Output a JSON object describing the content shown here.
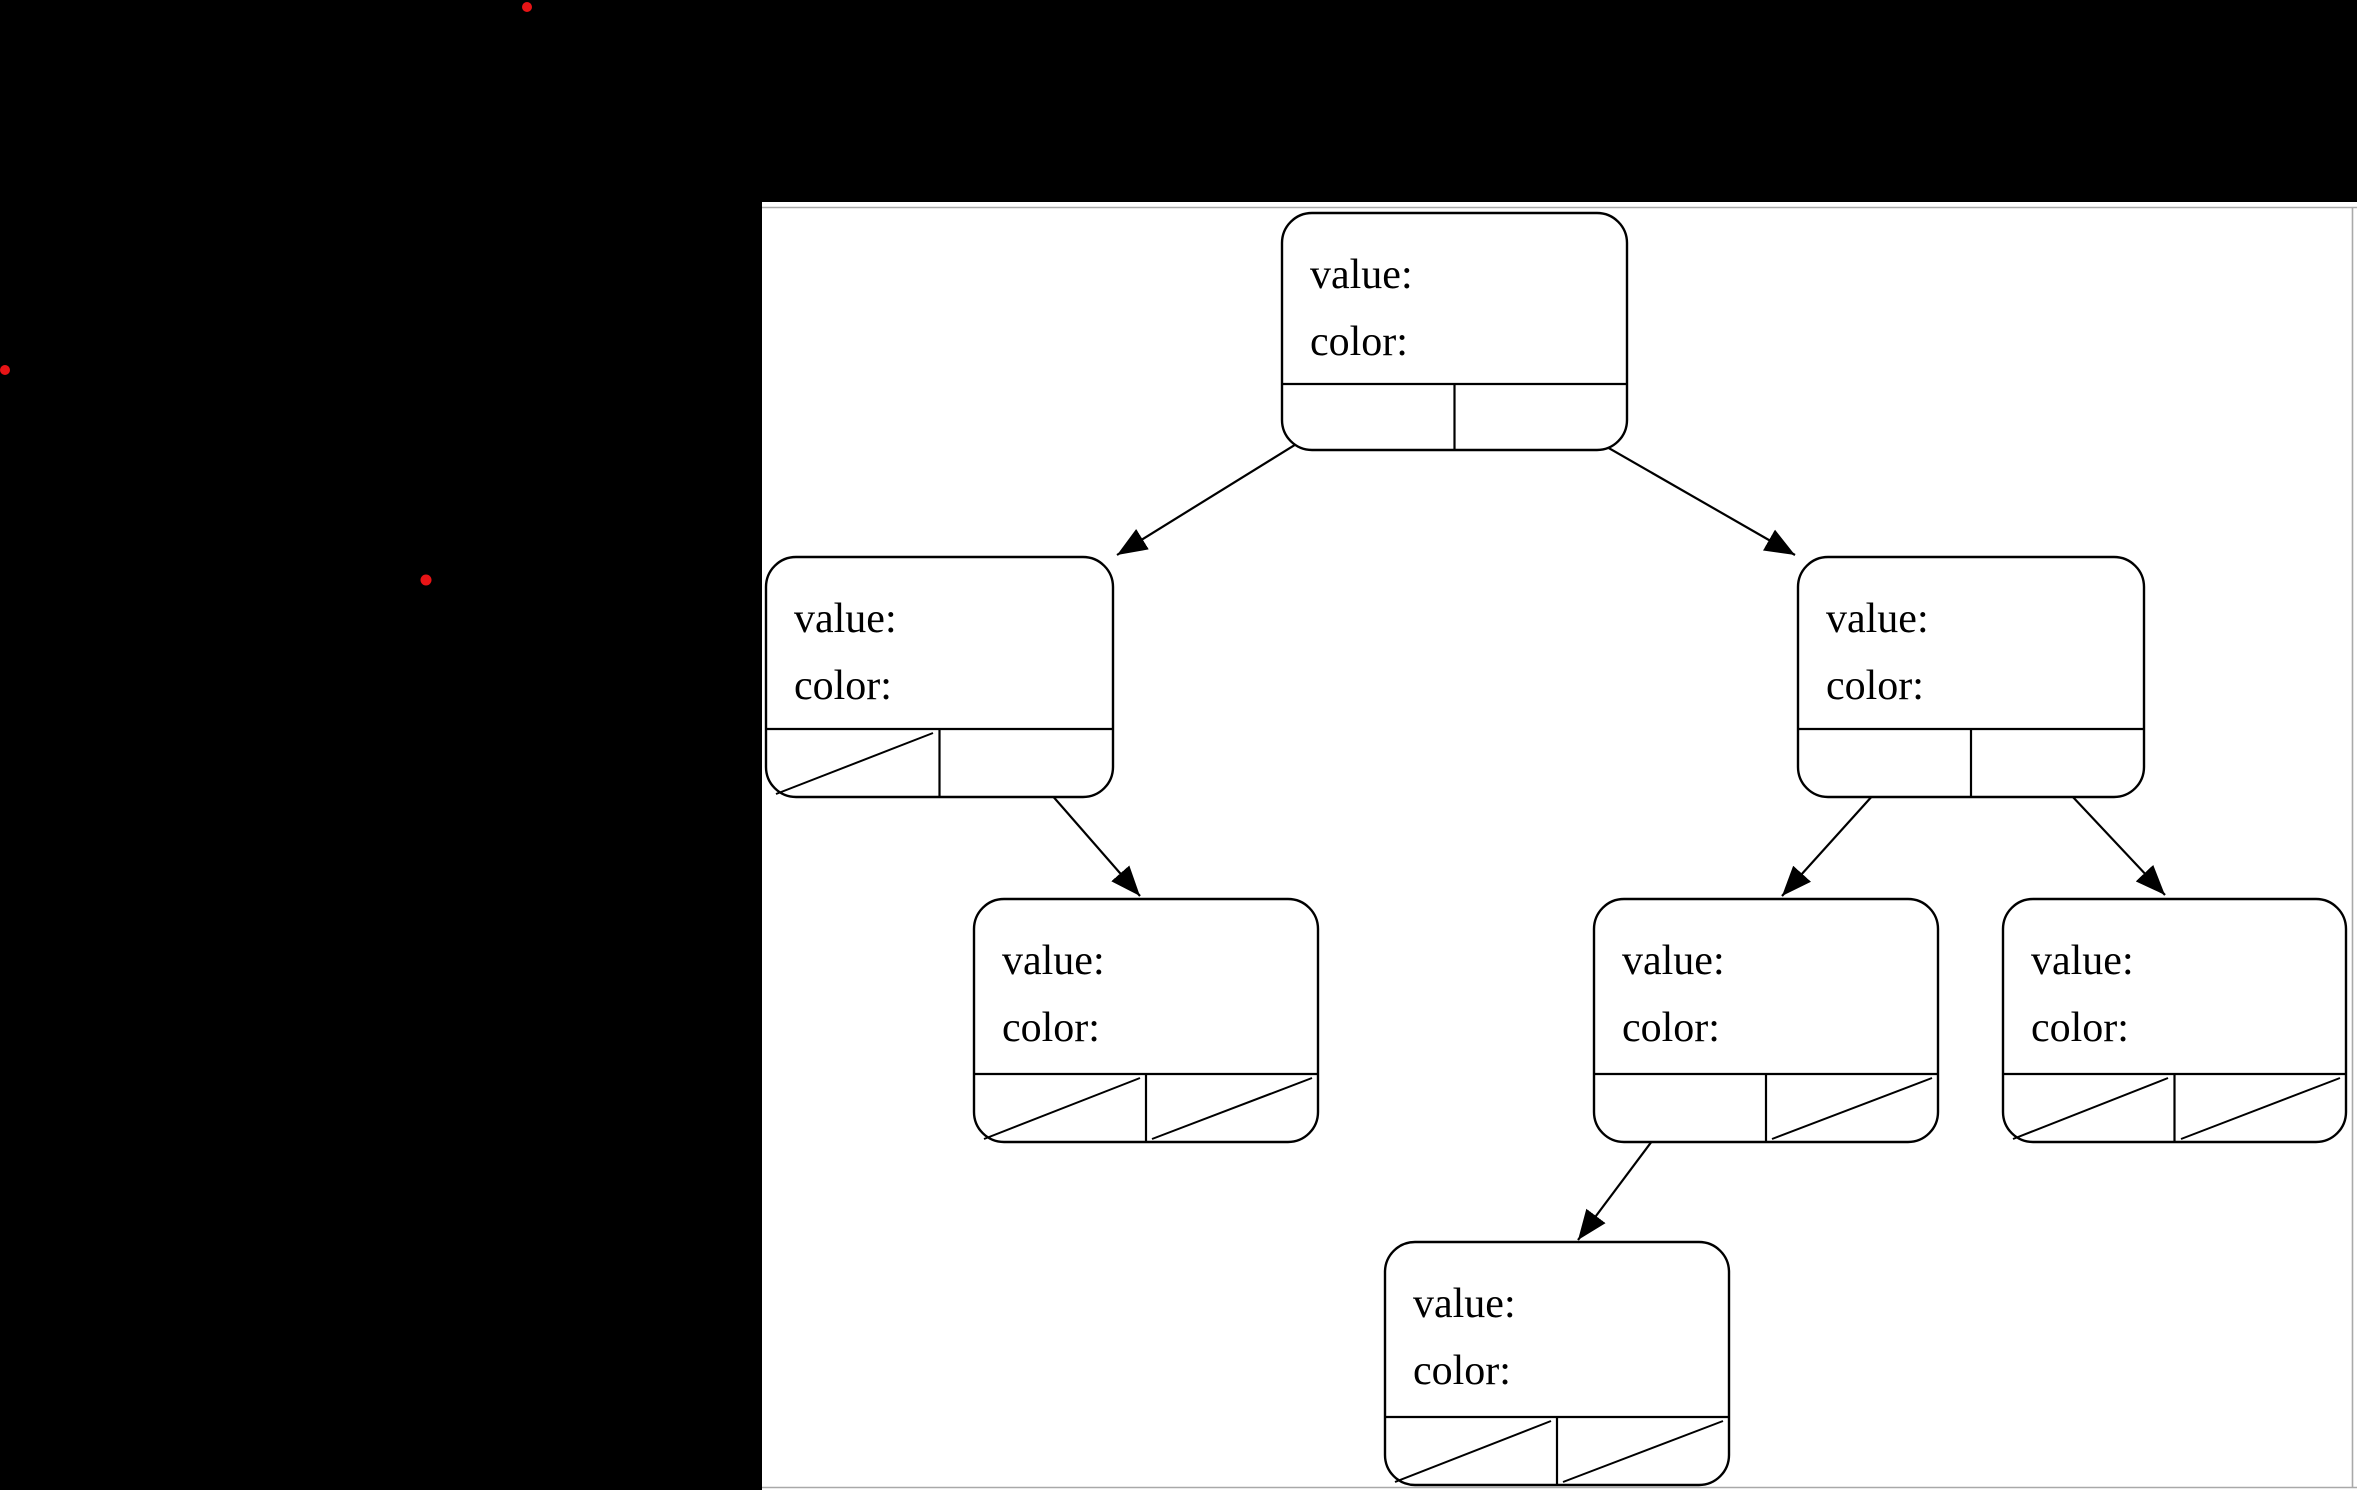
{
  "scene": {
    "background_color": "#000000",
    "window": {
      "background_color": "#ffffff",
      "border_color": "#a9a9a9"
    },
    "red_dots": {
      "color": "#e81416",
      "count": 3
    }
  },
  "tree": {
    "figure_type": "binary-tree-node-diagram",
    "nodes": [
      {
        "id": "root",
        "value_label": "value:",
        "color_label": "color:",
        "left_pointer": "child",
        "right_pointer": "child"
      },
      {
        "id": "left-child",
        "value_label": "value:",
        "color_label": "color:",
        "left_pointer": "null",
        "right_pointer": "child"
      },
      {
        "id": "right-child",
        "value_label": "value:",
        "color_label": "color:",
        "left_pointer": "child",
        "right_pointer": "child"
      },
      {
        "id": "left-right-grandchild",
        "value_label": "value:",
        "color_label": "color:",
        "left_pointer": "null",
        "right_pointer": "null"
      },
      {
        "id": "right-left-grandchild",
        "value_label": "value:",
        "color_label": "color:",
        "left_pointer": "child",
        "right_pointer": "null"
      },
      {
        "id": "right-right-grandchild",
        "value_label": "value:",
        "color_label": "color:",
        "left_pointer": "null",
        "right_pointer": "null"
      },
      {
        "id": "right-left-left-great-grandchild",
        "value_label": "value:",
        "color_label": "color:",
        "left_pointer": "null",
        "right_pointer": "null"
      }
    ]
  }
}
